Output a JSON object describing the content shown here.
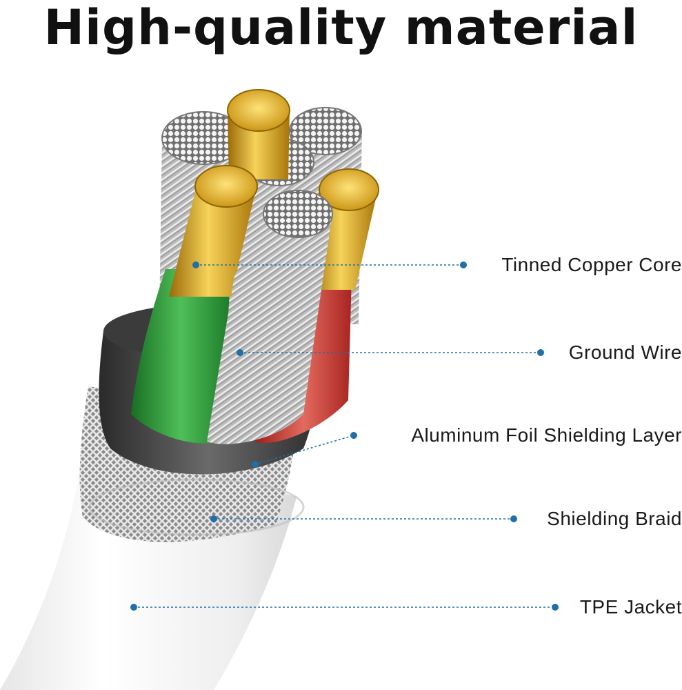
{
  "title": "High-quality material",
  "callouts": [
    {
      "label": "Tinned Copper Core"
    },
    {
      "label": "Ground Wire"
    },
    {
      "label": "Aluminum Foil Shielding Layer"
    },
    {
      "label": "Shielding Braid"
    },
    {
      "label": "TPE Jacket"
    }
  ],
  "colors": {
    "accent": "#1f6fa8",
    "conductor_gold": "#d4a01c",
    "insulation_green": "#2e9a3a",
    "insulation_red": "#c9302c",
    "jacket_white": "#f3f3f3",
    "foil_dark": "#3a3a3a"
  }
}
